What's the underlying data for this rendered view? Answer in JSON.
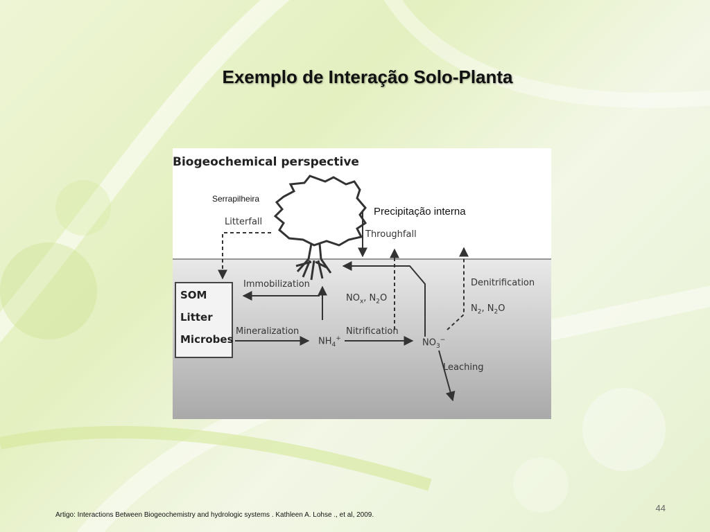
{
  "slide": {
    "title": "Exemplo de Interação Solo-Planta",
    "page_number": "44",
    "footer": "Artigo: Interactions Between Biogeochemistry and hydrologic systems . Kathleen A. Lohse ., et al, 2009."
  },
  "figure": {
    "title": "Biogeochemical perspective",
    "annotations": {
      "serrapilheira": "Serrapilheira",
      "precipitacao": "Precipitação interna"
    },
    "labels": {
      "litterfall": "Litterfall",
      "throughfall": "Throughfall",
      "immobilization": "Immobilization",
      "mineralization": "Mineralization",
      "nitrification": "Nitrification",
      "denitrification": "Denitrification",
      "leaching": "Leaching"
    },
    "pools": {
      "som": "SOM",
      "litter": "Litter",
      "microbes": "Microbes"
    },
    "species": {
      "nh4": "NH",
      "nh4_sub": "4",
      "nh4_sup": "+",
      "no3": "NO",
      "no3_sub": "3",
      "no3_sup": "−",
      "nox": "NO",
      "nox_sub": "x",
      "nox_rest": ", N",
      "nox_sub2": "2",
      "nox_end": "O",
      "n2": "N",
      "n2_sub": "2",
      "n2_rest": ", N",
      "n2_sub2": "2",
      "n2_end": "O"
    }
  }
}
